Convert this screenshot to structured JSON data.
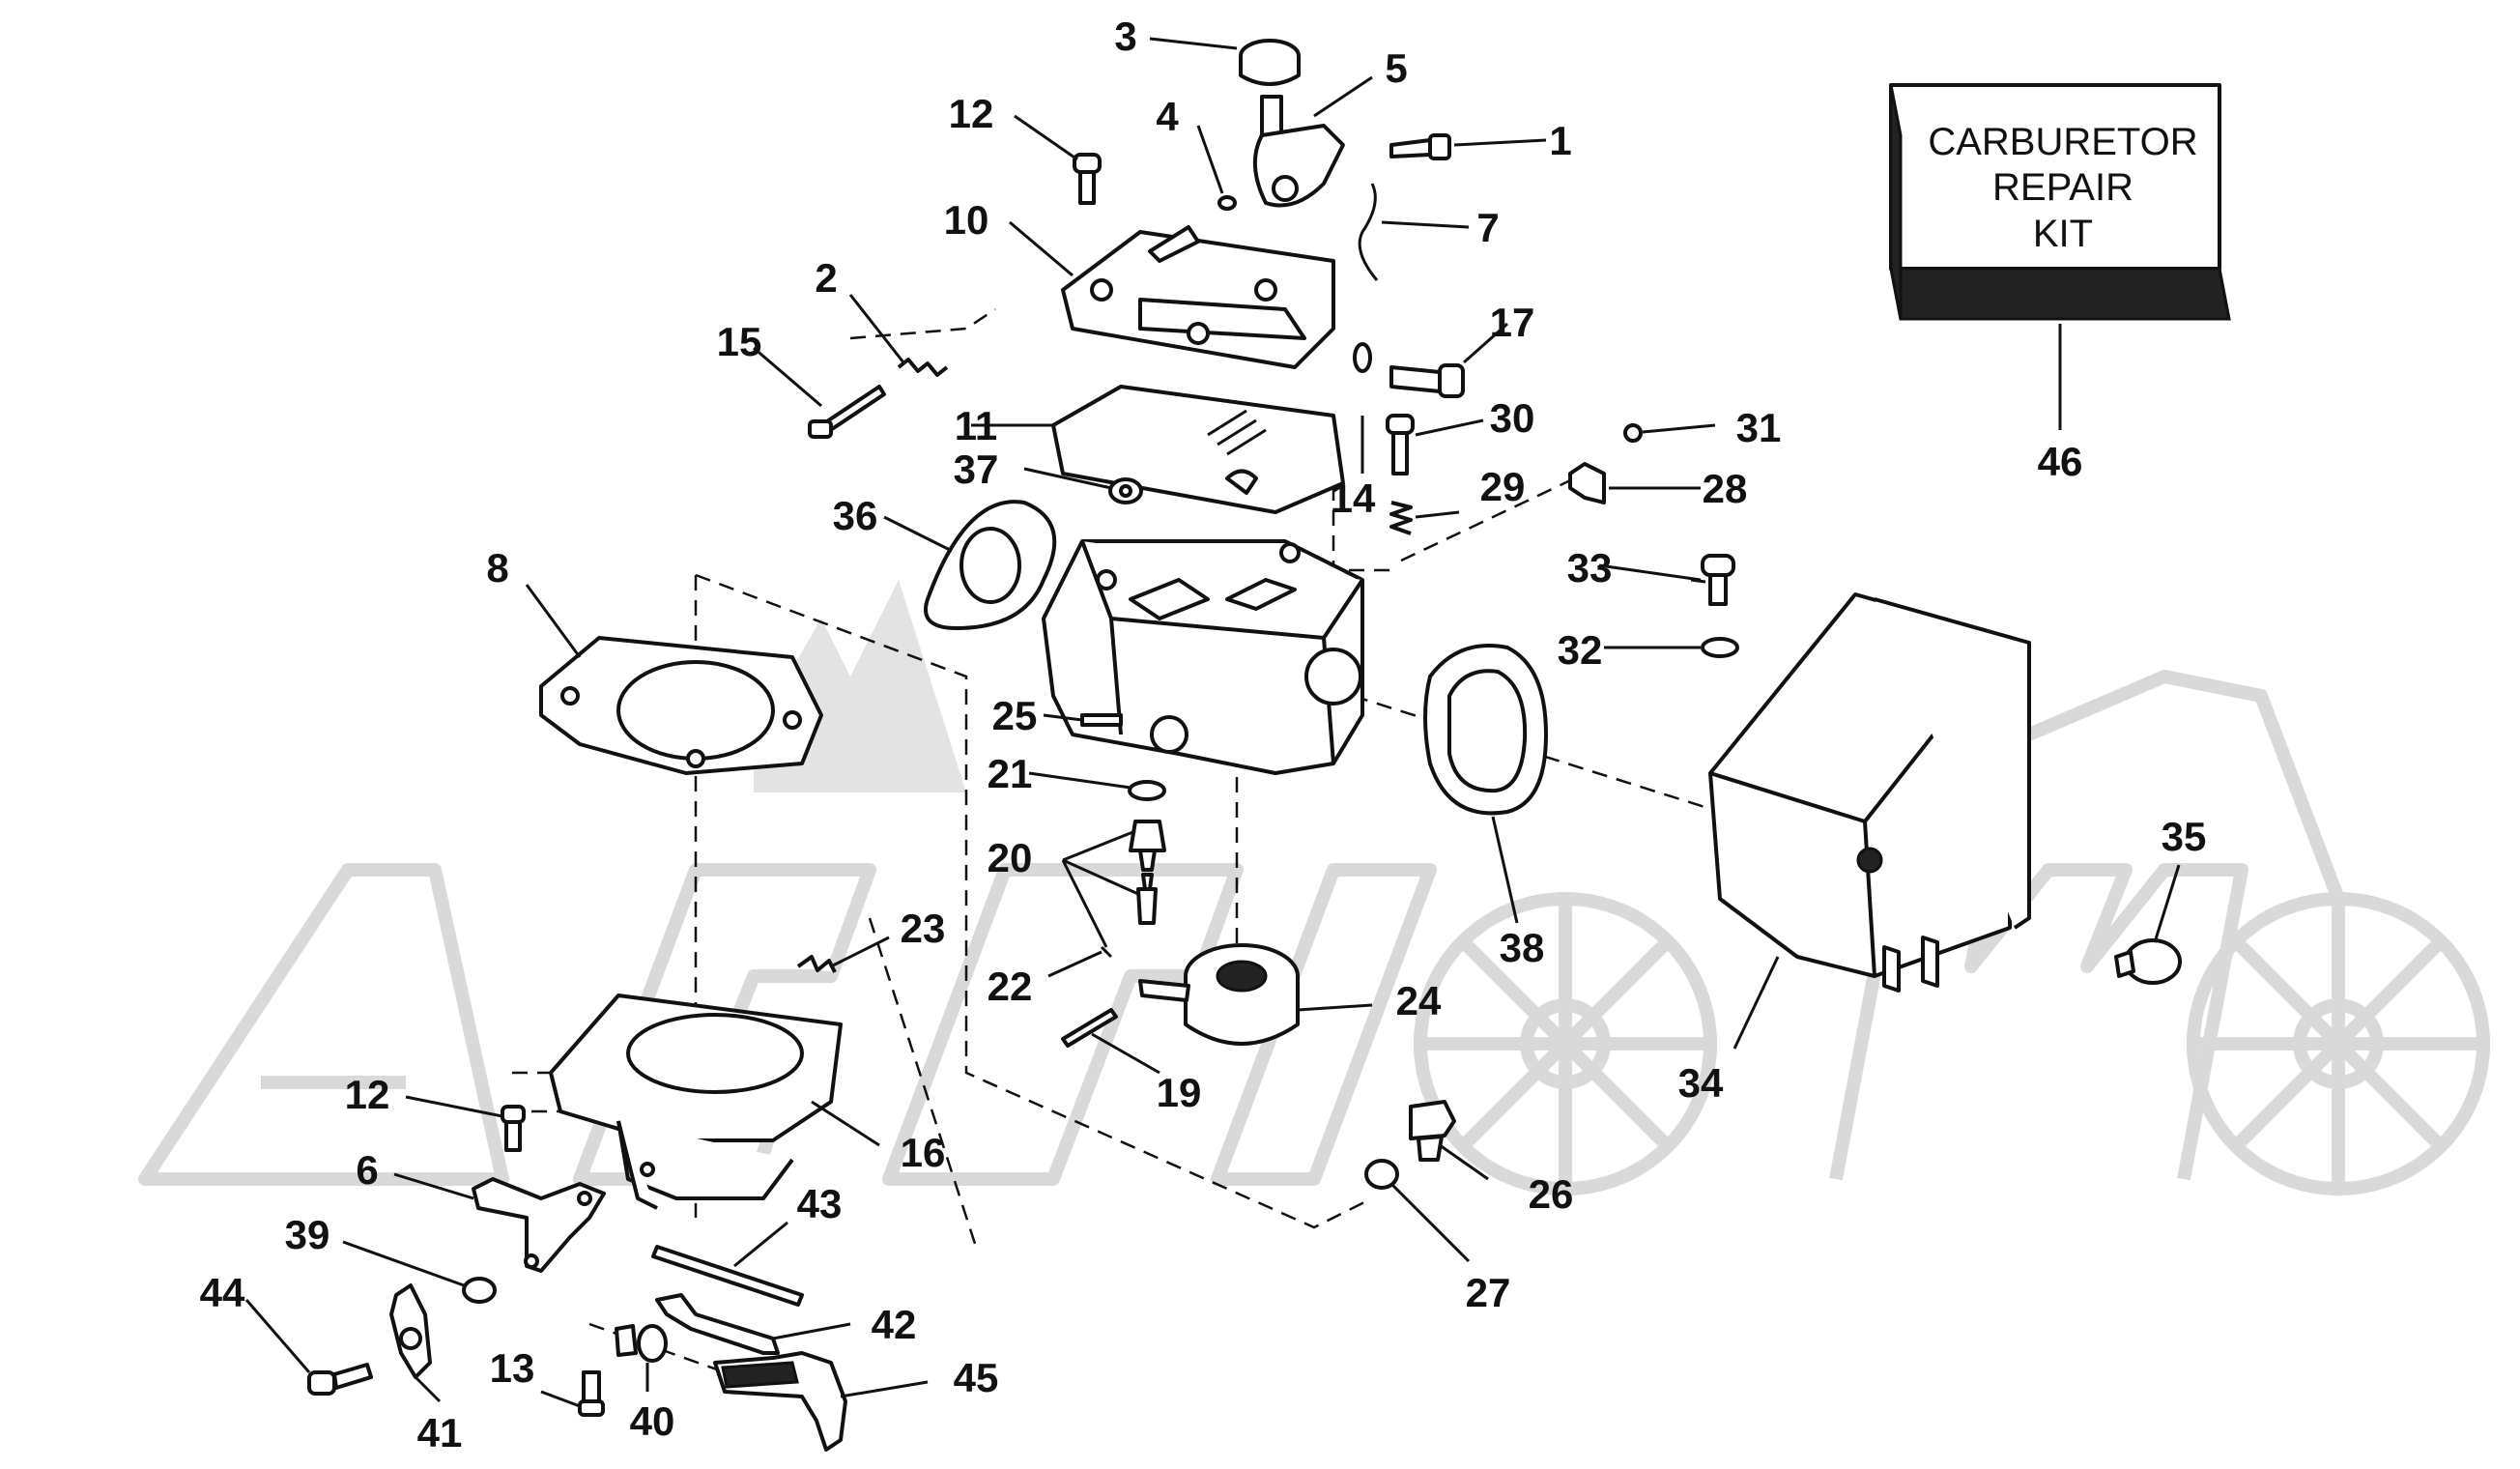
{
  "kit": {
    "line1": "CARBURETOR",
    "line2": "REPAIR",
    "line3": "KIT",
    "callout": "46"
  },
  "callouts": [
    {
      "id": "c1",
      "label": "1"
    },
    {
      "id": "c2",
      "label": "2"
    },
    {
      "id": "c3",
      "label": "3"
    },
    {
      "id": "c4",
      "label": "4"
    },
    {
      "id": "c5",
      "label": "5"
    },
    {
      "id": "c6",
      "label": "6"
    },
    {
      "id": "c7",
      "label": "7"
    },
    {
      "id": "c8",
      "label": "8"
    },
    {
      "id": "c10",
      "label": "10"
    },
    {
      "id": "c11",
      "label": "11"
    },
    {
      "id": "c12a",
      "label": "12"
    },
    {
      "id": "c12b",
      "label": "12"
    },
    {
      "id": "c13",
      "label": "13"
    },
    {
      "id": "c14",
      "label": "14"
    },
    {
      "id": "c15",
      "label": "15"
    },
    {
      "id": "c16",
      "label": "16"
    },
    {
      "id": "c17",
      "label": "17"
    },
    {
      "id": "c19",
      "label": "19"
    },
    {
      "id": "c20",
      "label": "20"
    },
    {
      "id": "c21",
      "label": "21"
    },
    {
      "id": "c22",
      "label": "22"
    },
    {
      "id": "c23",
      "label": "23"
    },
    {
      "id": "c24",
      "label": "24"
    },
    {
      "id": "c25",
      "label": "25"
    },
    {
      "id": "c26",
      "label": "26"
    },
    {
      "id": "c27",
      "label": "27"
    },
    {
      "id": "c28",
      "label": "28"
    },
    {
      "id": "c29",
      "label": "29"
    },
    {
      "id": "c30",
      "label": "30"
    },
    {
      "id": "c31",
      "label": "31"
    },
    {
      "id": "c32",
      "label": "32"
    },
    {
      "id": "c33",
      "label": "33"
    },
    {
      "id": "c34",
      "label": "34"
    },
    {
      "id": "c35",
      "label": "35"
    },
    {
      "id": "c36",
      "label": "36"
    },
    {
      "id": "c37",
      "label": "37"
    },
    {
      "id": "c38",
      "label": "38"
    },
    {
      "id": "c39",
      "label": "39"
    },
    {
      "id": "c40",
      "label": "40"
    },
    {
      "id": "c41",
      "label": "41"
    },
    {
      "id": "c42",
      "label": "42"
    },
    {
      "id": "c43",
      "label": "43"
    },
    {
      "id": "c44",
      "label": "44"
    },
    {
      "id": "c45",
      "label": "45"
    }
  ]
}
